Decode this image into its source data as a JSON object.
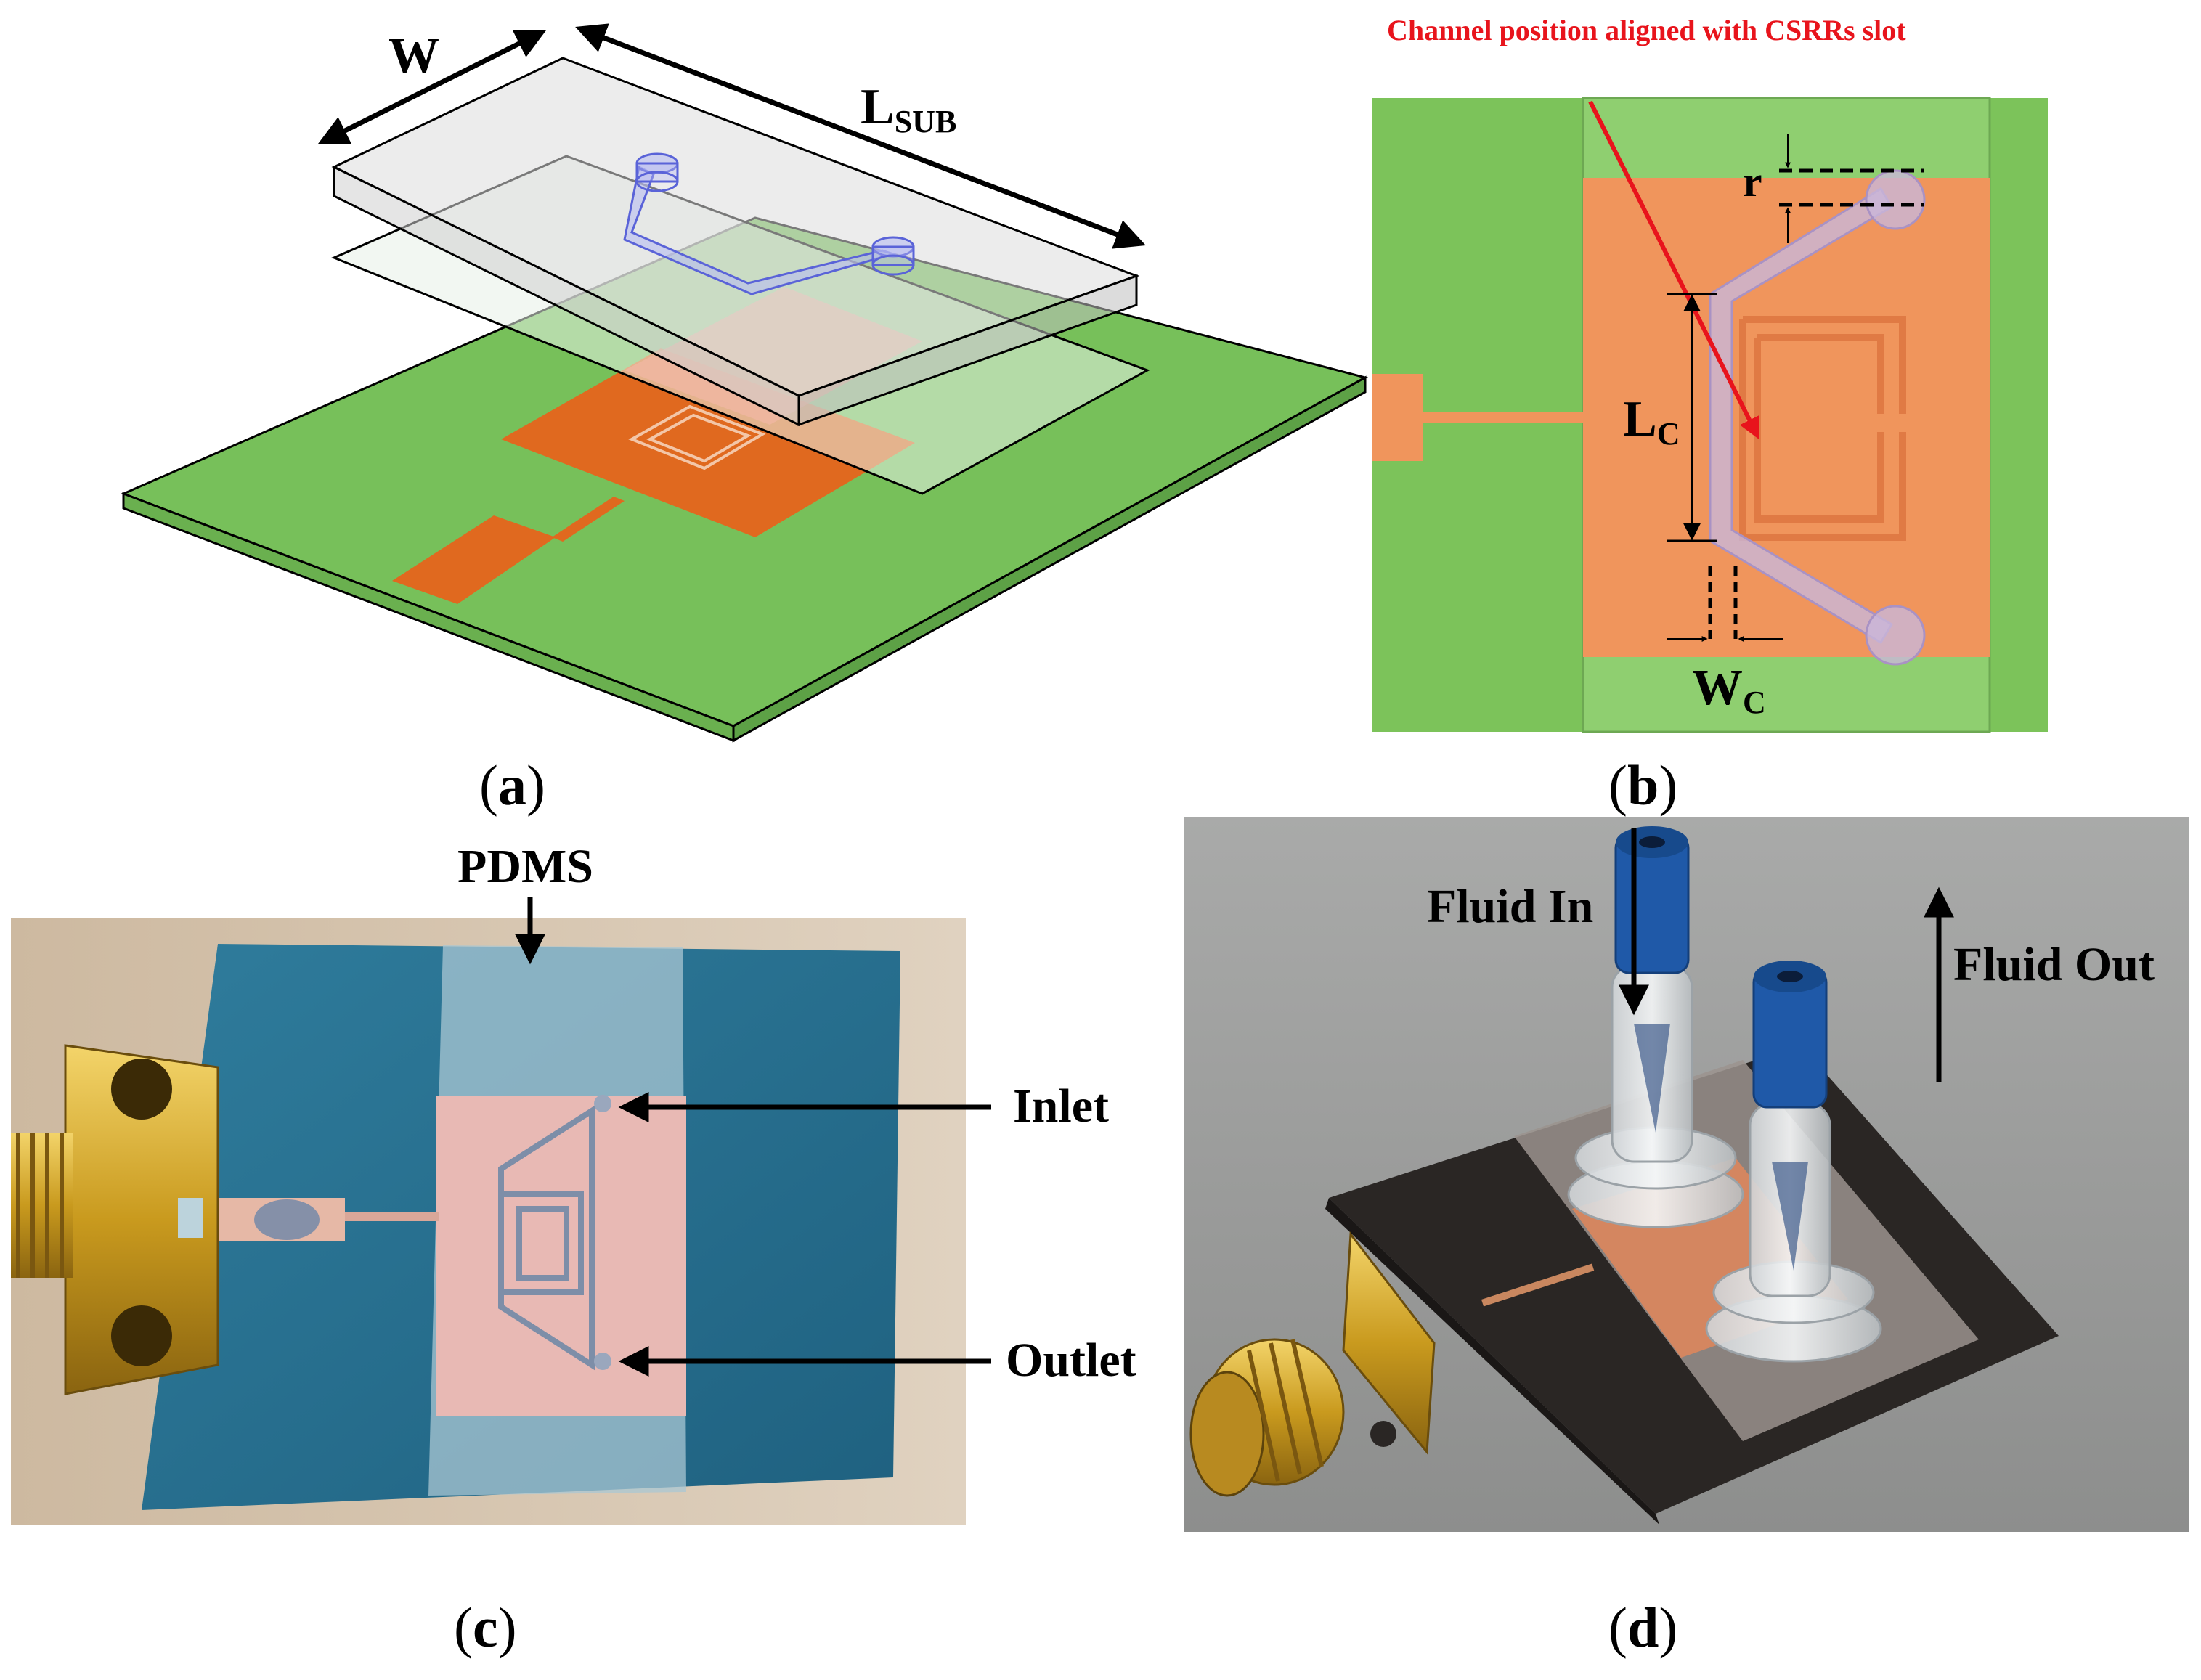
{
  "panel_a": {
    "caption_letter": "a",
    "dim_w": "W",
    "dim_lsub_main": "L",
    "dim_lsub_sub": "SUB"
  },
  "panel_b": {
    "caption_letter": "b",
    "note": "Channel position aligned with CSRRs slot",
    "dim_r": "r",
    "dim_lc_main": "L",
    "dim_lc_sub": "C",
    "dim_wc_main": "W",
    "dim_wc_sub": "C",
    "colors": {
      "substrate": "#7cc35a",
      "patch": "#f0955c",
      "note": "#e8141c"
    }
  },
  "panel_c": {
    "caption_letter": "c",
    "pdms": "PDMS",
    "inlet": "Inlet",
    "outlet": "Outlet"
  },
  "panel_d": {
    "caption_letter": "d",
    "fluid_in": "Fluid In",
    "fluid_out": "Fluid Out"
  }
}
